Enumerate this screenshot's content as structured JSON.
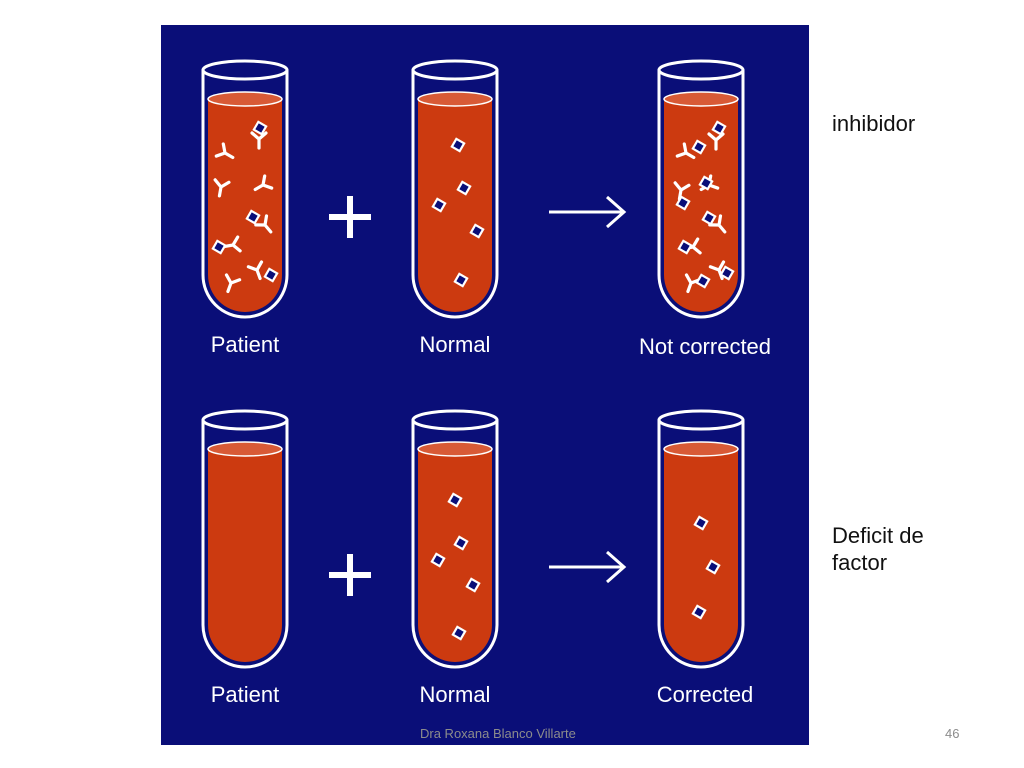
{
  "side_labels": {
    "inhibitor": "inhibidor",
    "deficit_line1": "Deficit de",
    "deficit_line2": "factor"
  },
  "rows": [
    {
      "captions": [
        "Patient",
        "Normal",
        "Not corrected"
      ]
    },
    {
      "captions": [
        "Patient",
        "Normal",
        "Corrected"
      ]
    }
  ],
  "footer": {
    "author": "Dra Roxana Blanco Villarte",
    "page": "46"
  },
  "colors": {
    "panel_background": "#0a0e78",
    "blood": "#cc3a10",
    "factor_square": "#0a0e78",
    "tube_outline": "#ffffff"
  }
}
